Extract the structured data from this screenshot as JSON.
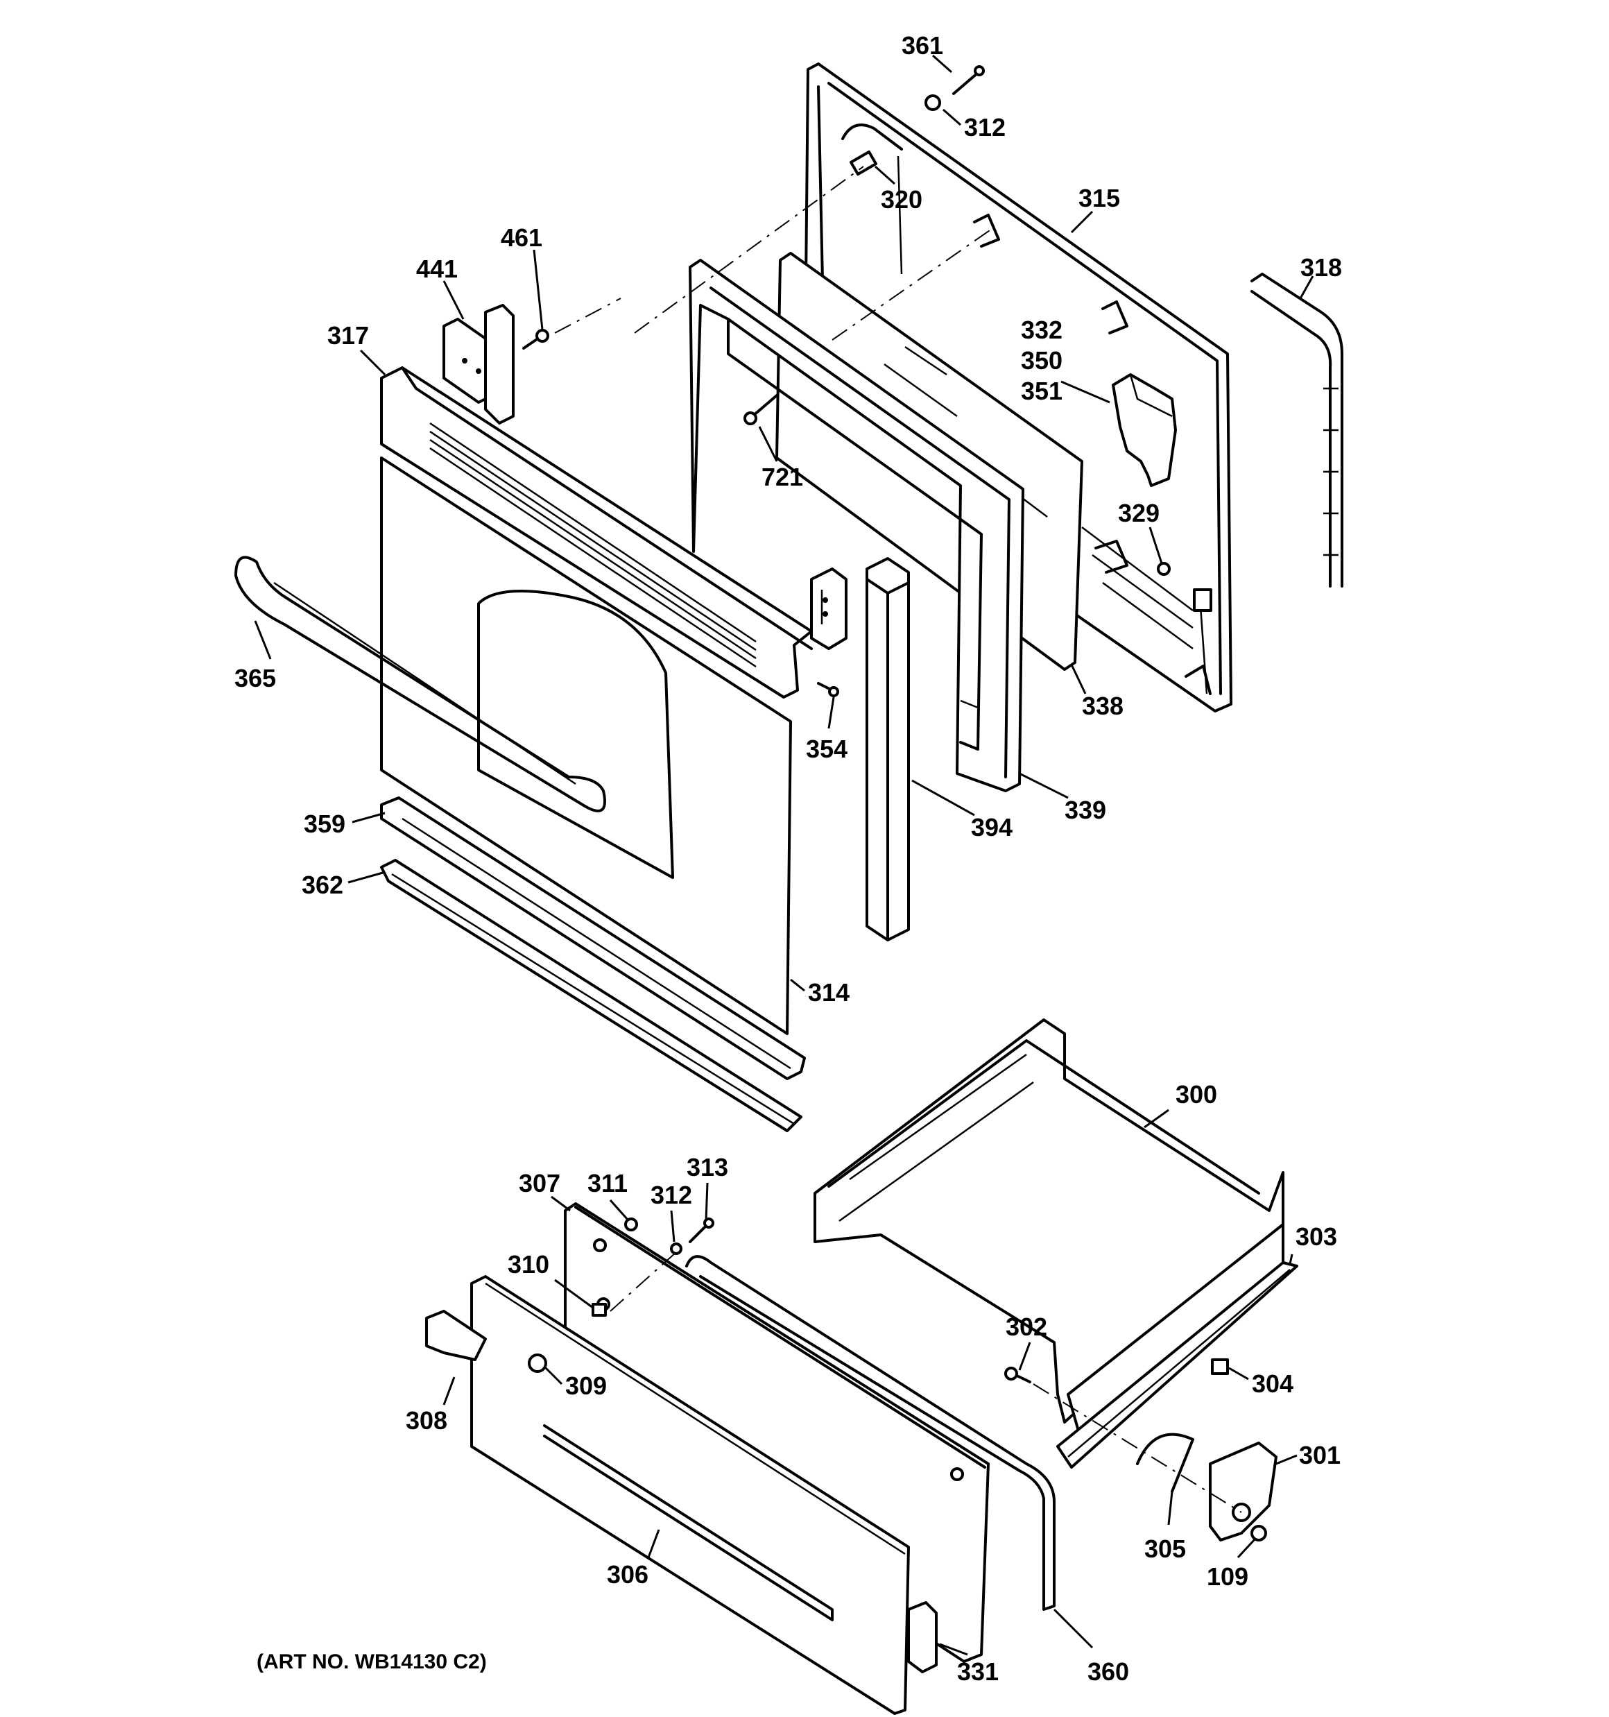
{
  "diagram": {
    "art_number": "(ART NO. WB14130 C2)",
    "callouts": [
      {
        "id": "c361",
        "text": "361"
      },
      {
        "id": "c312a",
        "text": "312"
      },
      {
        "id": "c320",
        "text": "320"
      },
      {
        "id": "c315",
        "text": "315"
      },
      {
        "id": "c318",
        "text": "318"
      },
      {
        "id": "c461",
        "text": "461"
      },
      {
        "id": "c441",
        "text": "441"
      },
      {
        "id": "c317",
        "text": "317"
      },
      {
        "id": "c332",
        "text": "332"
      },
      {
        "id": "c350",
        "text": "350"
      },
      {
        "id": "c351",
        "text": "351"
      },
      {
        "id": "c721",
        "text": "721"
      },
      {
        "id": "c329",
        "text": "329"
      },
      {
        "id": "c365",
        "text": "365"
      },
      {
        "id": "c338",
        "text": "338"
      },
      {
        "id": "c354",
        "text": "354"
      },
      {
        "id": "c339",
        "text": "339"
      },
      {
        "id": "c394",
        "text": "394"
      },
      {
        "id": "c359",
        "text": "359"
      },
      {
        "id": "c362",
        "text": "362"
      },
      {
        "id": "c314",
        "text": "314"
      },
      {
        "id": "c300",
        "text": "300"
      },
      {
        "id": "c307",
        "text": "307"
      },
      {
        "id": "c311",
        "text": "311"
      },
      {
        "id": "c312b",
        "text": "312"
      },
      {
        "id": "c313",
        "text": "313"
      },
      {
        "id": "c303",
        "text": "303"
      },
      {
        "id": "c310",
        "text": "310"
      },
      {
        "id": "c302",
        "text": "302"
      },
      {
        "id": "c304",
        "text": "304"
      },
      {
        "id": "c309",
        "text": "309"
      },
      {
        "id": "c308",
        "text": "308"
      },
      {
        "id": "c301",
        "text": "301"
      },
      {
        "id": "c305",
        "text": "305"
      },
      {
        "id": "c306",
        "text": "306"
      },
      {
        "id": "c109",
        "text": "109"
      },
      {
        "id": "c331",
        "text": "331"
      },
      {
        "id": "c360",
        "text": "360"
      }
    ]
  }
}
